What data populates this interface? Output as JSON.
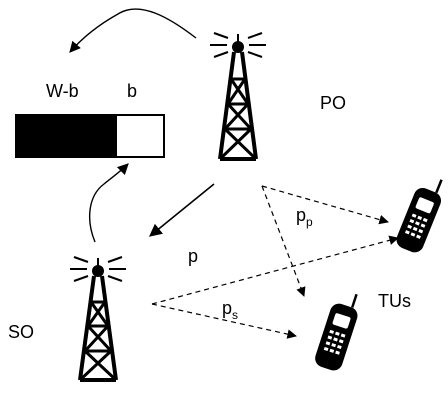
{
  "bandwidth_bar": {
    "left_label": "W-b",
    "right_label": "b",
    "left_color": "#000000",
    "right_color": "#ffffff"
  },
  "primary_operator": {
    "label": "PO"
  },
  "secondary_operator": {
    "label": "SO"
  },
  "terminal_users": {
    "label": "TUs"
  },
  "links": {
    "price": {
      "label": "p"
    },
    "primary_price": {
      "label": "p",
      "subscript": "p"
    },
    "secondary_price": {
      "label": "p",
      "subscript": "s"
    }
  },
  "icons": [
    "radio-tower-icon",
    "mobile-phone-icon",
    "arrow-icon"
  ]
}
